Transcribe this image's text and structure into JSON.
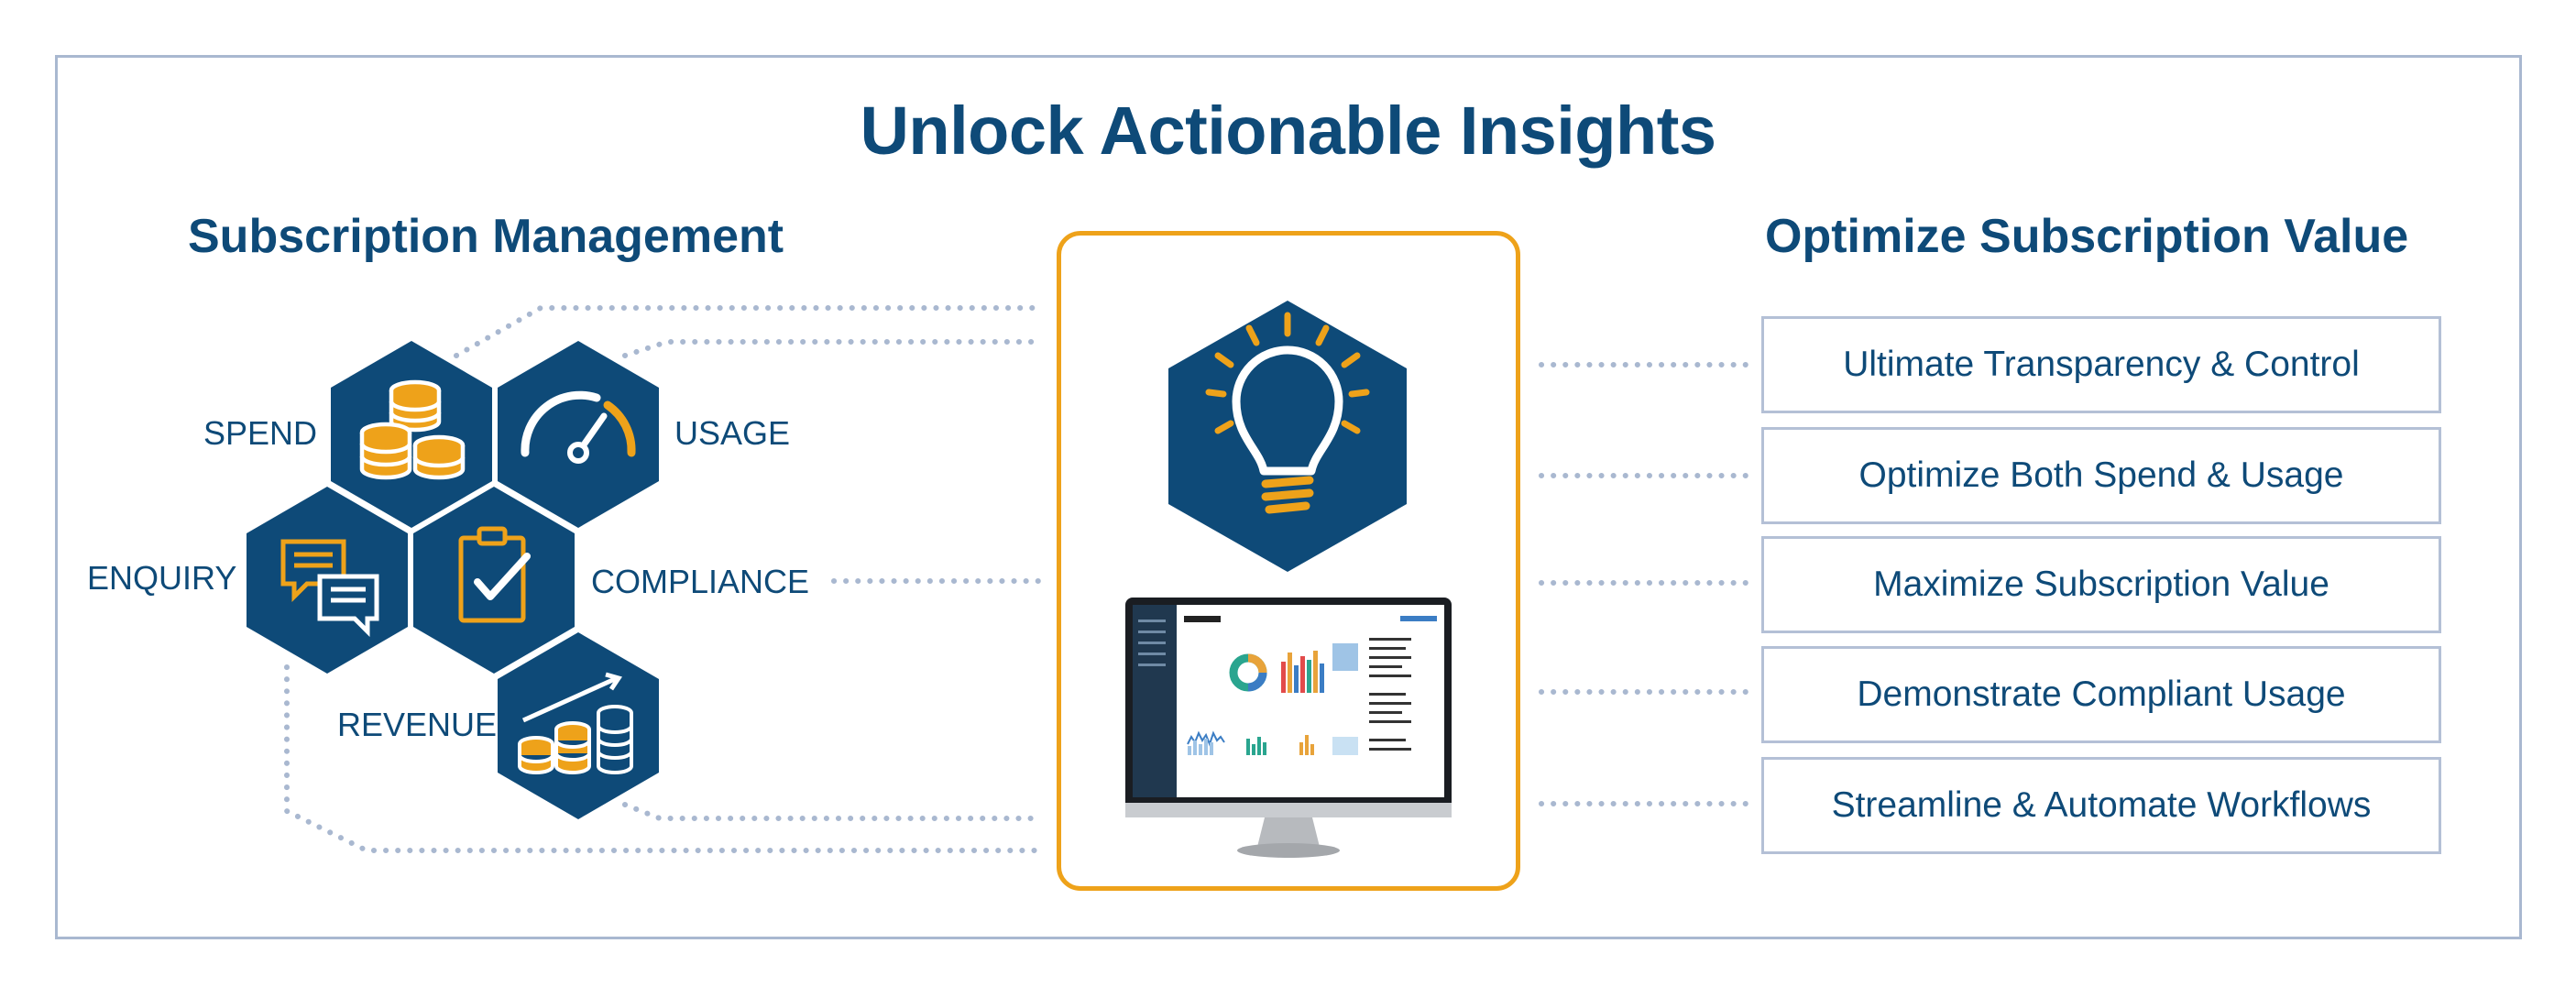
{
  "title": "Unlock Actionable Insights",
  "left_heading": "Subscription Management",
  "right_heading": "Optimize Subscription Value",
  "hex_labels": {
    "spend": "SPEND",
    "usage": "USAGE",
    "enquiry": "ENQUIRY",
    "compliance": "COMPLIANCE",
    "revenue": "REVENUE"
  },
  "value_items": [
    "Ultimate Transparency & Control",
    "Optimize Both Spend & Usage",
    "Maximize Subscription Value",
    "Demonstrate Compliant Usage",
    "Streamline & Automate Workflows"
  ],
  "colors": {
    "navy": "#0e4a78",
    "orange": "#eea21a",
    "dots": "#a9b8d0"
  },
  "icons": {
    "spend": "coin-stacks-icon",
    "usage": "gauge-icon",
    "enquiry": "chat-bubbles-icon",
    "compliance": "clipboard-check-icon",
    "revenue": "growth-coins-icon",
    "insight": "lightbulb-icon",
    "dashboard": "monitor-dashboard-icon"
  }
}
